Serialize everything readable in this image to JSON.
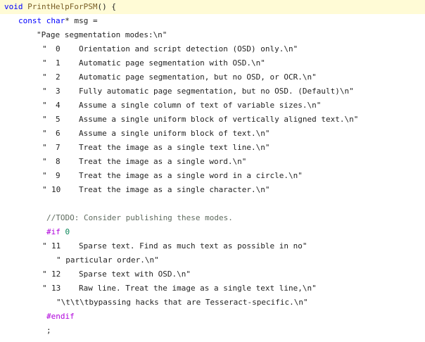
{
  "editor": {
    "lines": [
      {
        "kind": "code",
        "parts": [
          {
            "c": "kw",
            "t": "void"
          },
          {
            "c": "",
            "t": " "
          },
          {
            "c": "fn",
            "t": "PrintHelpForPSM"
          },
          {
            "c": "",
            "t": "() {"
          }
        ],
        "indent": 0,
        "highlight": true
      },
      {
        "kind": "code",
        "parts": [
          {
            "c": "kw",
            "t": "const"
          },
          {
            "c": "",
            "t": " "
          },
          {
            "c": "kw",
            "t": "char"
          },
          {
            "c": "",
            "t": "* msg ="
          }
        ],
        "indent": 20,
        "highlight": false
      },
      {
        "kind": "code",
        "parts": [
          {
            "c": "str",
            "t": "\"Page segmentation modes:\\n\""
          }
        ],
        "indent": 46,
        "highlight": false
      },
      {
        "kind": "mode",
        "num": "0",
        "text": "Orientation and script detection (OSD) only.\\n\""
      },
      {
        "kind": "mode",
        "num": "1",
        "text": "Automatic page segmentation with OSD.\\n\""
      },
      {
        "kind": "mode",
        "num": "2",
        "text": "Automatic page segmentation, but no OSD, or OCR.\\n\""
      },
      {
        "kind": "mode",
        "num": "3",
        "text": "Fully automatic page segmentation, but no OSD. (Default)\\n\""
      },
      {
        "kind": "mode",
        "num": "4",
        "text": "Assume a single column of text of variable sizes.\\n\""
      },
      {
        "kind": "mode",
        "num": "5",
        "text": "Assume a single uniform block of vertically aligned text.\\n\""
      },
      {
        "kind": "mode",
        "num": "6",
        "text": "Assume a single uniform block of text.\\n\""
      },
      {
        "kind": "mode",
        "num": "7",
        "text": "Treat the image as a single text line.\\n\""
      },
      {
        "kind": "mode",
        "num": "8",
        "text": "Treat the image as a single word.\\n\""
      },
      {
        "kind": "mode",
        "num": "9",
        "text": "Treat the image as a single word in a circle.\\n\""
      },
      {
        "kind": "mode",
        "num": "10",
        "text": "Treat the image as a single character.\\n\""
      },
      {
        "kind": "blank"
      },
      {
        "kind": "code",
        "parts": [
          {
            "c": "cm",
            "t": "//TODO: Consider publishing these modes."
          }
        ],
        "indent": 60,
        "highlight": false
      },
      {
        "kind": "code",
        "parts": [
          {
            "c": "pp",
            "t": "#if"
          },
          {
            "c": "",
            "t": " "
          },
          {
            "c": "num",
            "t": "0"
          }
        ],
        "indent": 60,
        "highlight": false
      },
      {
        "kind": "mode",
        "num": "11",
        "text": "Sparse text. Find as much text as possible in no\""
      },
      {
        "kind": "code",
        "parts": [
          {
            "c": "str",
            "t": "\" particular order.\\n\""
          }
        ],
        "indent": 74,
        "highlight": false
      },
      {
        "kind": "mode",
        "num": "12",
        "text": "Sparse text with OSD.\\n\""
      },
      {
        "kind": "mode",
        "num": "13",
        "text": "Raw line. Treat the image as a single text line,\\n\""
      },
      {
        "kind": "code",
        "parts": [
          {
            "c": "str",
            "t": "\"\\t\\t\\tbypassing hacks that are Tesseract-specific.\\n\""
          }
        ],
        "indent": 74,
        "highlight": false
      },
      {
        "kind": "code",
        "parts": [
          {
            "c": "pp",
            "t": "#endif"
          }
        ],
        "indent": 60,
        "highlight": false
      },
      {
        "kind": "code",
        "parts": [
          {
            "c": "",
            "t": ";"
          }
        ],
        "indent": 60,
        "highlight": false
      }
    ]
  }
}
